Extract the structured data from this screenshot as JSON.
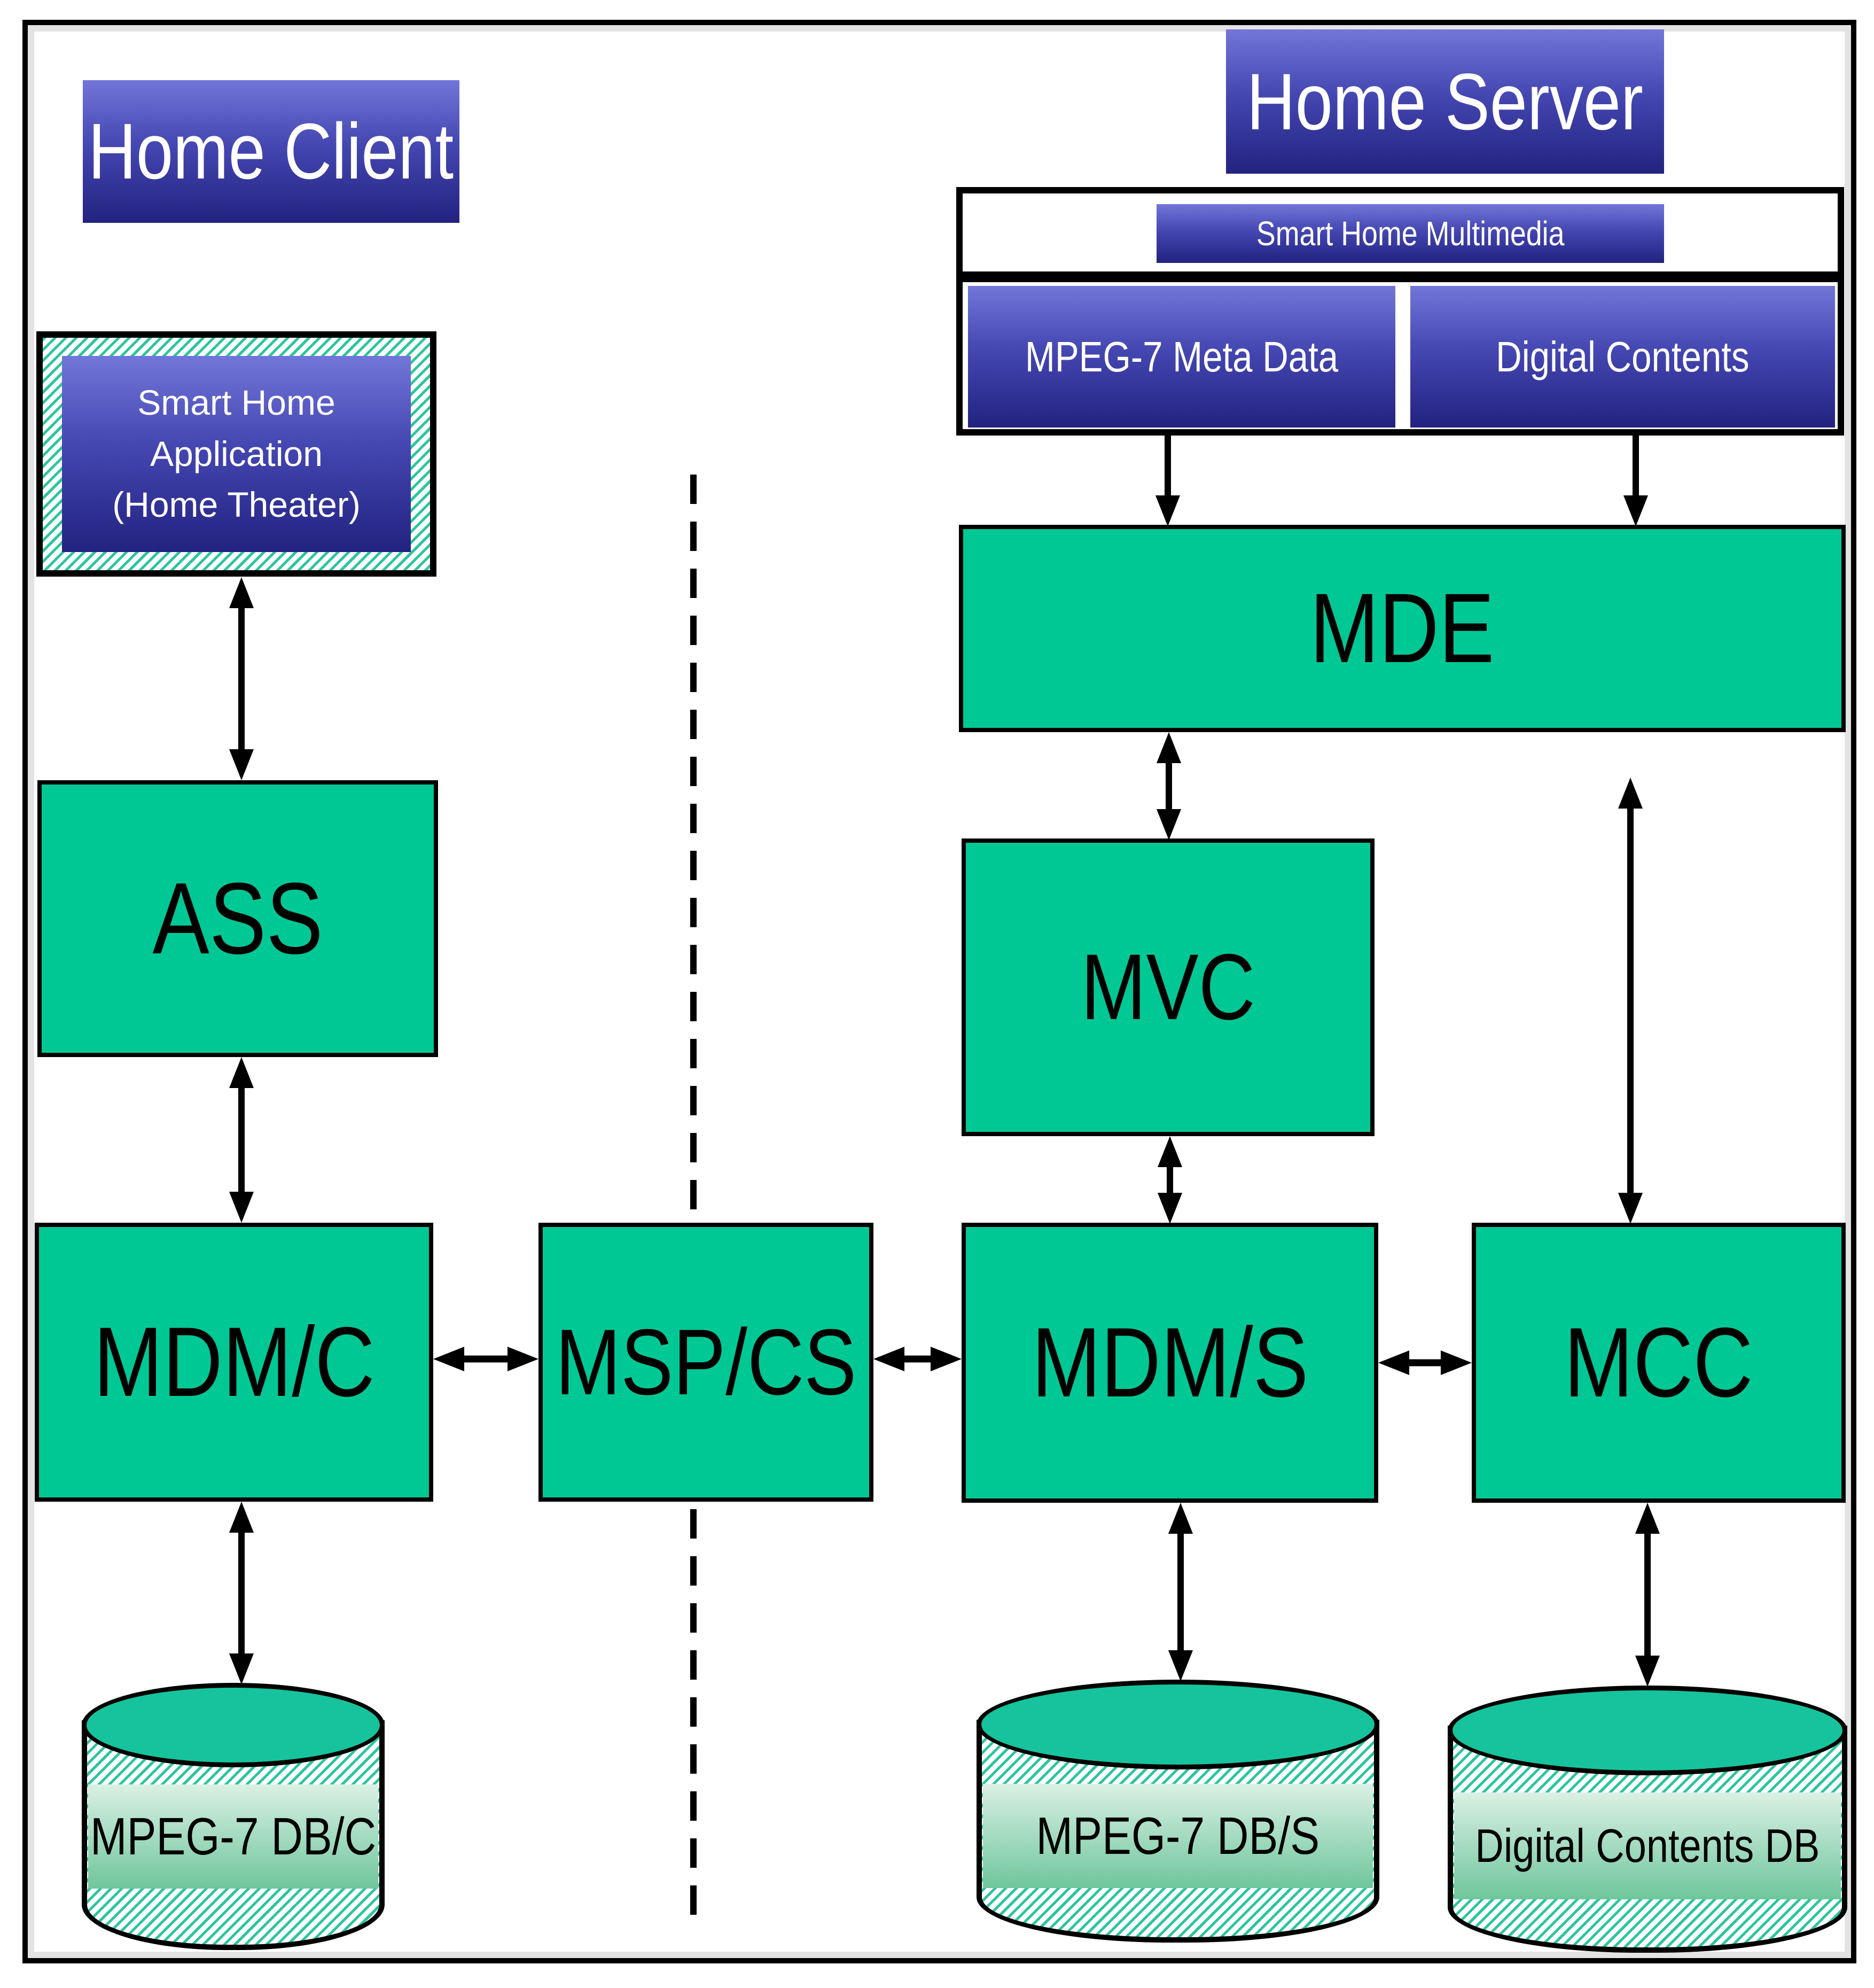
{
  "headers": {
    "home_client": "Home Client",
    "home_server": "Home Server"
  },
  "server_panel": {
    "title": "Smart Home Multimedia",
    "left_box": "MPEG-7 Meta Data",
    "right_box": "Digital Contents"
  },
  "client_app": {
    "line1": "Smart Home",
    "line2": "Application",
    "line3": "(Home Theater)"
  },
  "modules": {
    "ass": "ASS",
    "mdm_c": "MDM/C",
    "msp_cs": "MSP/CS",
    "mdm_s": "MDM/S",
    "mvc": "MVC",
    "mde": "MDE",
    "mcc": "MCC"
  },
  "databases": {
    "client_db": "MPEG-7 DB/C",
    "server_meta_db": "MPEG-7 DB/S",
    "server_contents_db": "Digital Contents DB"
  },
  "colors": {
    "module-green": "#00c895",
    "blue-top": "#7276d8",
    "blue-mid": "#4547b2",
    "blue-bottom": "#222280",
    "hatch-teal": "#2cc5a0",
    "cyl-ellipse": "#16c39c",
    "band-top": "#daf0e4",
    "band-bottom": "#6fc69c",
    "line-black": "#000000"
  }
}
